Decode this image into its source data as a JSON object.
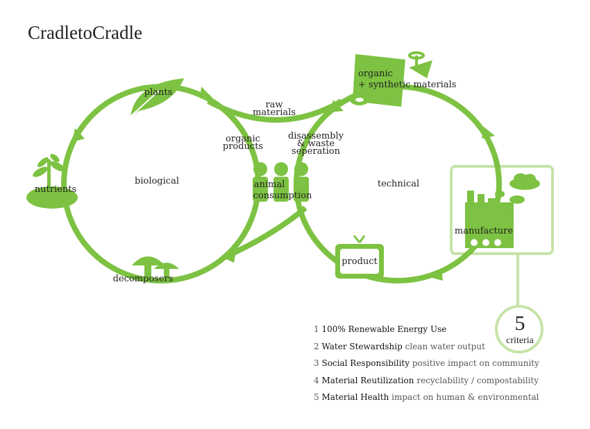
{
  "title": "CradletoCradle",
  "colors": {
    "green": "#7dc242",
    "light_green": "#c7e3a8",
    "text": "#222222"
  },
  "cycle_labels": {
    "biological": "biological",
    "technical": "technical",
    "plants": "plants",
    "nutrients": "nutrients",
    "decomposers": "decomposers",
    "raw_materials_1": "raw",
    "raw_materials_2": "materials",
    "organic_products_1": "organic",
    "organic_products_2": "products",
    "disassembly_1": "disassembly",
    "disassembly_2": "& waste",
    "disassembly_3": "seperation",
    "animal_consumption_1": "animal",
    "animal_consumption_2": "consumption",
    "organic_synthetic_1": "organic",
    "organic_synthetic_2": "+ synthetic materials",
    "manufacture": "manufacture",
    "product": "product"
  },
  "criteria": {
    "number": "5",
    "label": "criteria",
    "items": [
      {
        "num": "1",
        "name": "100% Renewable Energy Use",
        "desc": ""
      },
      {
        "num": "2",
        "name": "Water Stewardship",
        "desc": "clean water output"
      },
      {
        "num": "3",
        "name": "Social Responsibility",
        "desc": "positive impact on community"
      },
      {
        "num": "4",
        "name": "Material Reutilization",
        "desc": "recyclability / compostability"
      },
      {
        "num": "5",
        "name": "Material Health",
        "desc": "impact on human & environmental"
      }
    ]
  },
  "icons": [
    "leaf-icon",
    "plant-sprout-icon",
    "mushroom-icon",
    "people-icon",
    "tv-icon",
    "factory-icon",
    "cloud-icon",
    "material-box-icon",
    "pipe-valve-icon"
  ]
}
